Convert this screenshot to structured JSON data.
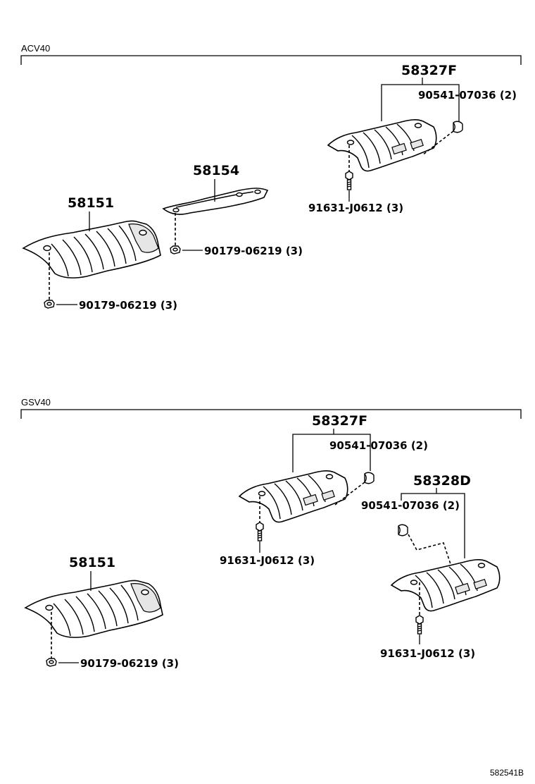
{
  "sections": [
    {
      "label": "ACV40",
      "parts": {
        "shield_main": "58151",
        "shield_plate": "58154",
        "shield_rear": "58327F",
        "nut_main": "90179-06219 (3)",
        "nut_plate": "90179-06219 (3)",
        "clip_rear": "90541-07036 (2)",
        "bolt_rear": "91631-J0612 (3)"
      }
    },
    {
      "label": "GSV40",
      "parts": {
        "shield_main": "58151",
        "shield_rear": "58327F",
        "shield_rear2": "58328D",
        "nut_main": "90179-06219 (3)",
        "clip_rear": "90541-07036 (2)",
        "clip_rear2": "90541-07036 (2)",
        "bolt_rear": "91631-J0612 (3)",
        "bolt_rear2": "91631-J0612 (3)"
      }
    }
  ],
  "diagram_code": "582541B"
}
